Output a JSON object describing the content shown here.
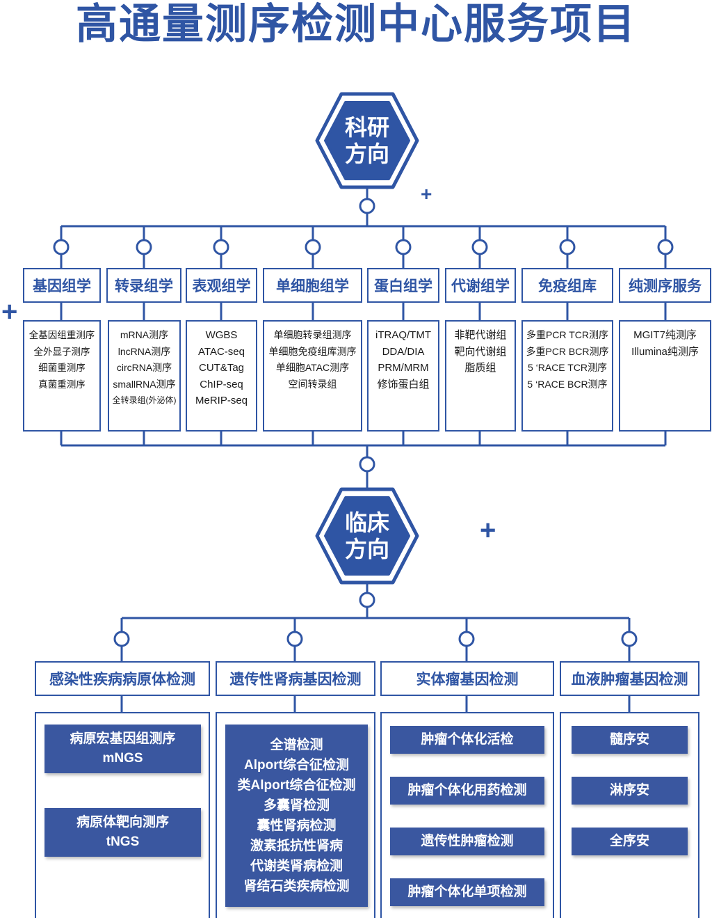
{
  "title": "高通量测序检测中心服务项目",
  "research": {
    "hub_line1": "科研",
    "hub_line2": "方向",
    "categories": [
      {
        "name": "基因组学",
        "items": [
          "全基因组重测序",
          "全外显子测序",
          "细菌重测序",
          "真菌重测序"
        ]
      },
      {
        "name": "转录组学",
        "items": [
          "mRNA测序",
          "lncRNA测序",
          "circRNA测序",
          "smallRNA测序",
          "全转录组(外泌体)"
        ]
      },
      {
        "name": "表观组学",
        "items": [
          "WGBS",
          "ATAC-seq",
          "CUT&Tag",
          "ChIP-seq",
          "MeRIP-seq"
        ]
      },
      {
        "name": "单细胞组学",
        "items": [
          "单细胞转录组测序",
          "单细胞免疫组库测序",
          "单细胞ATAC测序",
          "空间转录组"
        ]
      },
      {
        "name": "蛋白组学",
        "items": [
          "iTRAQ/TMT",
          "DDA/DIA",
          "PRM/MRM",
          "修饰蛋白组"
        ]
      },
      {
        "name": "代谢组学",
        "items": [
          "非靶代谢组",
          "靶向代谢组",
          "脂质组"
        ]
      },
      {
        "name": "免疫组库",
        "items": [
          "多重PCR TCR测序",
          "多重PCR BCR测序",
          "5 ‘RACE TCR测序",
          "5 ‘RACE BCR测序"
        ]
      },
      {
        "name": "纯测序服务",
        "items": [
          "MGIT7纯测序",
          "Illumina纯测序"
        ]
      }
    ]
  },
  "clinical": {
    "hub_line1": "临床",
    "hub_line2": "方向",
    "categories": [
      {
        "name": "感染性疾病病原体检测",
        "items": [
          {
            "line1": "病原宏基因组测序",
            "line2": "mNGS"
          },
          {
            "line1": "病原体靶向测序",
            "line2": "tNGS"
          }
        ]
      },
      {
        "name": "遗传性肾病基因检测",
        "items": [
          "全谱检测",
          "Alport综合征检测",
          "类Alport综合征检测",
          "多囊肾检测",
          "囊性肾病检测",
          "激素抵抗性肾病",
          "代谢类肾病检测",
          "肾结石类疾病检测"
        ]
      },
      {
        "name": "实体瘤基因检测",
        "items": [
          "肿瘤个体化活检",
          "肿瘤个体化用药检测",
          "遗传性肿瘤检测",
          "肿瘤个体化单项检测"
        ]
      },
      {
        "name": "血液肿瘤基因检测",
        "items": [
          "髓序安",
          "淋序安",
          "全序安"
        ]
      }
    ]
  },
  "decor": {
    "plus": "+"
  },
  "colors": {
    "primary": "#2f55a4",
    "pill": "#3a57a0"
  }
}
